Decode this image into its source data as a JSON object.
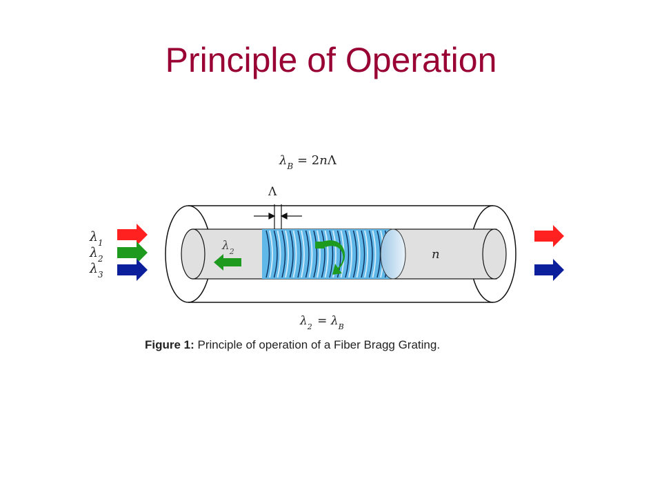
{
  "slide": {
    "title": "Principle of Operation"
  },
  "figure": {
    "bragg_formula": "λB = 2nΛ",
    "grating_period_symbol": "Λ",
    "input_labels": [
      "λ1",
      "λ2",
      "λ3"
    ],
    "reflected_label": "λ2",
    "core_index_label": "n",
    "reflection_condition": "λ2 = λB",
    "caption_prefix": "Figure 1:",
    "caption_text": " Principle of operation of a Fiber Bragg Grating.",
    "colors": {
      "lambda1": "#ff2020",
      "lambda2": "#1e9a1e",
      "lambda3": "#0b1f9c",
      "grating": "#5fb8e8",
      "core": "#e0e0e0",
      "title": "#990033"
    }
  }
}
